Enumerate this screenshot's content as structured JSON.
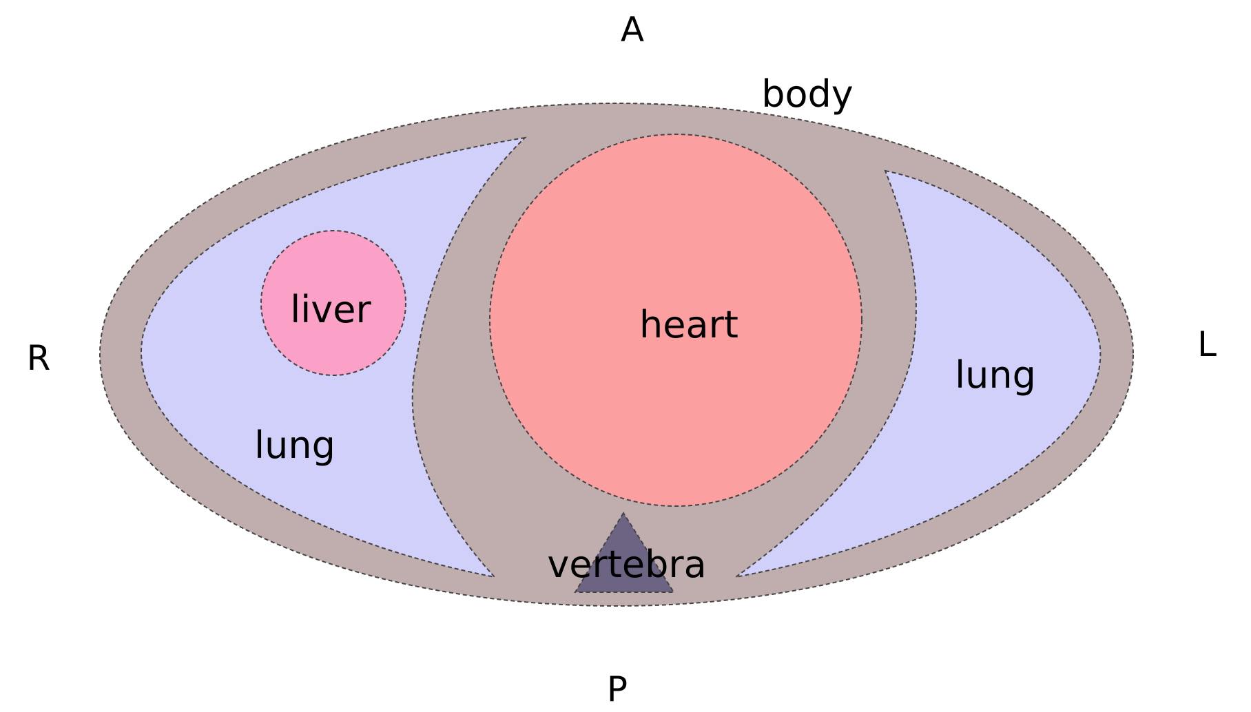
{
  "labels": {
    "anterior": "A",
    "posterior": "P",
    "right": "R",
    "left": "L",
    "body": "body",
    "liver": "liver",
    "heart": "heart",
    "lung_right": "lung",
    "lung_left": "lung",
    "vertebra": "vertebra"
  },
  "colors": {
    "body": "#c0aeae",
    "lung": "#d0d0fb",
    "heart": "#fc9fa0",
    "liver": "#fba0c6",
    "vertebra": "#6c6482"
  }
}
